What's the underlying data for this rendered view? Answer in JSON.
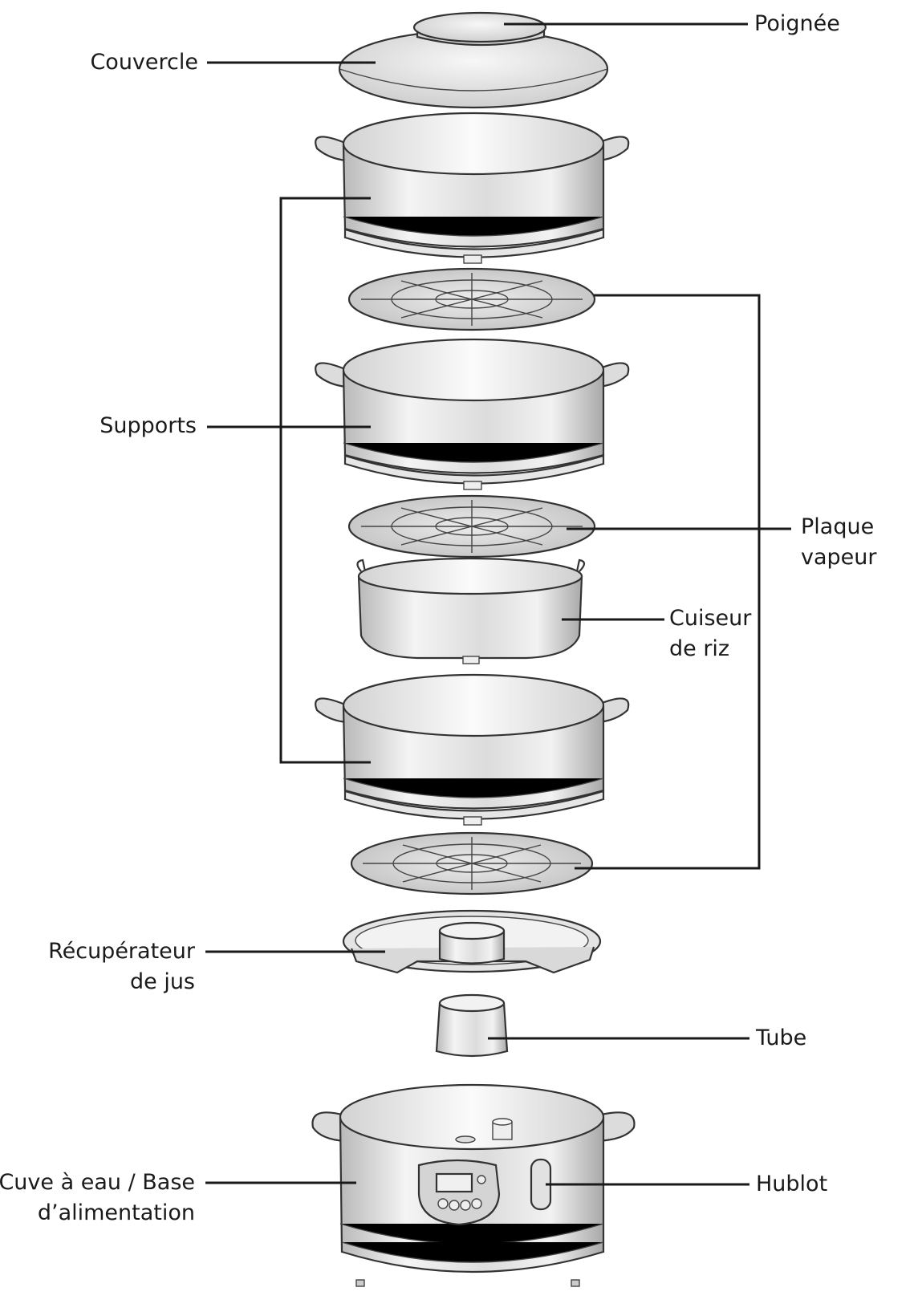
{
  "labels": {
    "poignee": "Poignée",
    "couvercle": "Couvercle",
    "supports": "Supports",
    "plaque_1": "Plaque",
    "plaque_2": "vapeur",
    "cuiseur_1": "Cuiseur",
    "cuiseur_2": "de riz",
    "recuperateur_1": "Récupérateur",
    "recuperateur_2": "de jus",
    "tube": "Tube",
    "cuve_1": "Cuve à eau / Base",
    "cuve_2": "d’alimentation",
    "hublot": "Hublot"
  }
}
